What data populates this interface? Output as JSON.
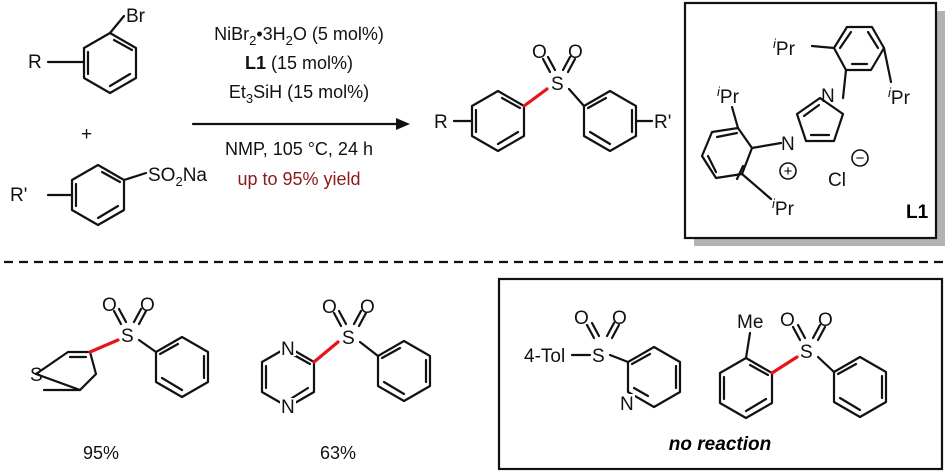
{
  "reactants": {
    "aryl_bromide": {
      "r_group": "R",
      "halogen": "Br"
    },
    "plus": "+",
    "sulfinate": {
      "r_group": "R'",
      "group": "SO",
      "group_sub": "2",
      "counter_ion": "Na"
    }
  },
  "conditions": {
    "catalyst": {
      "main": "NiBr",
      "sub1": "2",
      "mid": "•3H",
      "sub2": "2",
      "tail": "O (5 mol%)"
    },
    "ligand": {
      "name": "L1",
      "loading": " (15 mol%)"
    },
    "reductant": {
      "main": "Et",
      "sub": "3",
      "tail": "SiH (15 mol%)"
    },
    "solvent_temp_time": "NMP, 105 °C, 24 h",
    "yield": "up to 95% yield",
    "yield_color": "#8b1a1a"
  },
  "product": {
    "r_left": "R",
    "r_right": "R'",
    "sulfur": "S",
    "oxygen": "O"
  },
  "ligand_box": {
    "label": "L1",
    "ipr_prefix": "i",
    "ipr_suffix": "Pr",
    "nitrogen": "N",
    "plus_charge": "+",
    "chloride": "Cl",
    "minus_charge": "−"
  },
  "examples": [
    {
      "yield": "95%",
      "heteroatom": "S",
      "sulfur": "S",
      "oxygen": "O"
    },
    {
      "yield": "63%",
      "heteroatom": "N",
      "sulfur": "S",
      "oxygen": "O"
    }
  ],
  "no_reaction_box": {
    "caption": "no reaction",
    "tol_label": "4-Tol",
    "me_label": "Me",
    "nitrogen": "N",
    "sulfur": "S",
    "oxygen": "O"
  },
  "colors": {
    "new_bond": "#e8141c",
    "ink": "#111111",
    "box_shadow": "#b3b3b3"
  }
}
